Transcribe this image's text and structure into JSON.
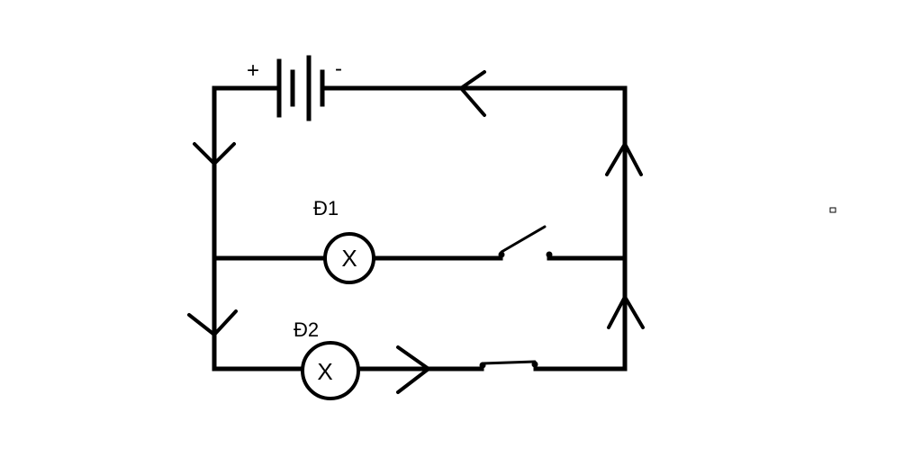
{
  "battery": {
    "plus_label": "+",
    "minus_label": "-"
  },
  "lamps": [
    {
      "label": "Đ1",
      "symbol": "X"
    },
    {
      "label": "Đ2",
      "symbol": "X"
    }
  ],
  "switches": [
    {
      "state": "open"
    },
    {
      "state": "closed"
    }
  ],
  "colors": {
    "ink": "#000000",
    "background": "#ffffff"
  }
}
